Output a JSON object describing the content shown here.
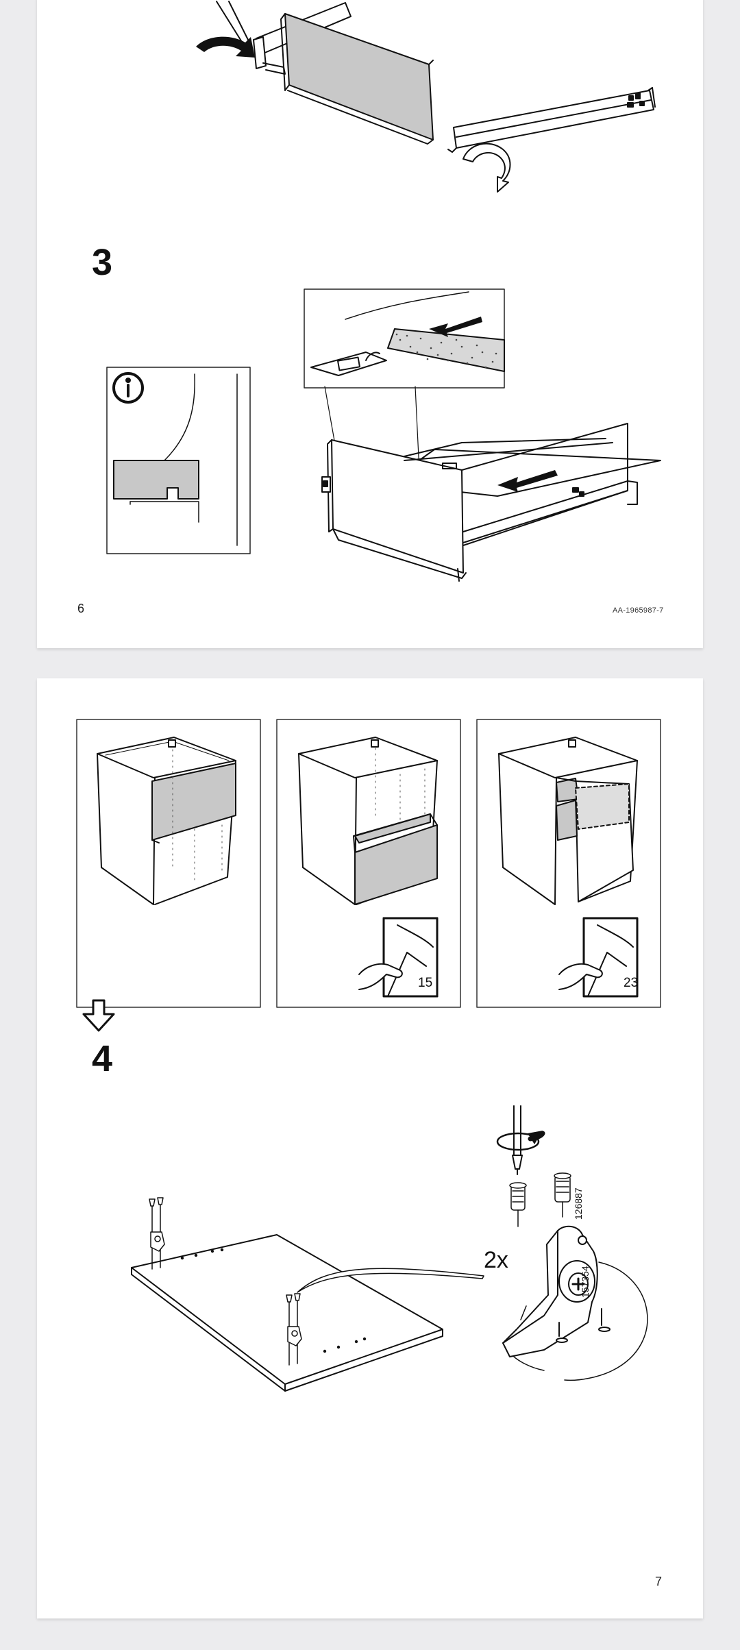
{
  "document": {
    "pages": [
      {
        "page_number": "6",
        "doc_code": "AA-1965987-7",
        "steps": [
          {
            "number": "3"
          }
        ],
        "icons": [
          "info-icon",
          "curved-arrow-icon",
          "push-arrow-icon"
        ]
      },
      {
        "page_number": "7",
        "steps": [
          {
            "number": "4",
            "multiplier": "2x"
          }
        ],
        "page_references": [
          "15",
          "23"
        ],
        "part_codes": [
          "126887",
          "157354"
        ],
        "icons": [
          "down-arrow-icon",
          "page-reference-icon",
          "rotate-arrow-icon"
        ]
      }
    ]
  }
}
